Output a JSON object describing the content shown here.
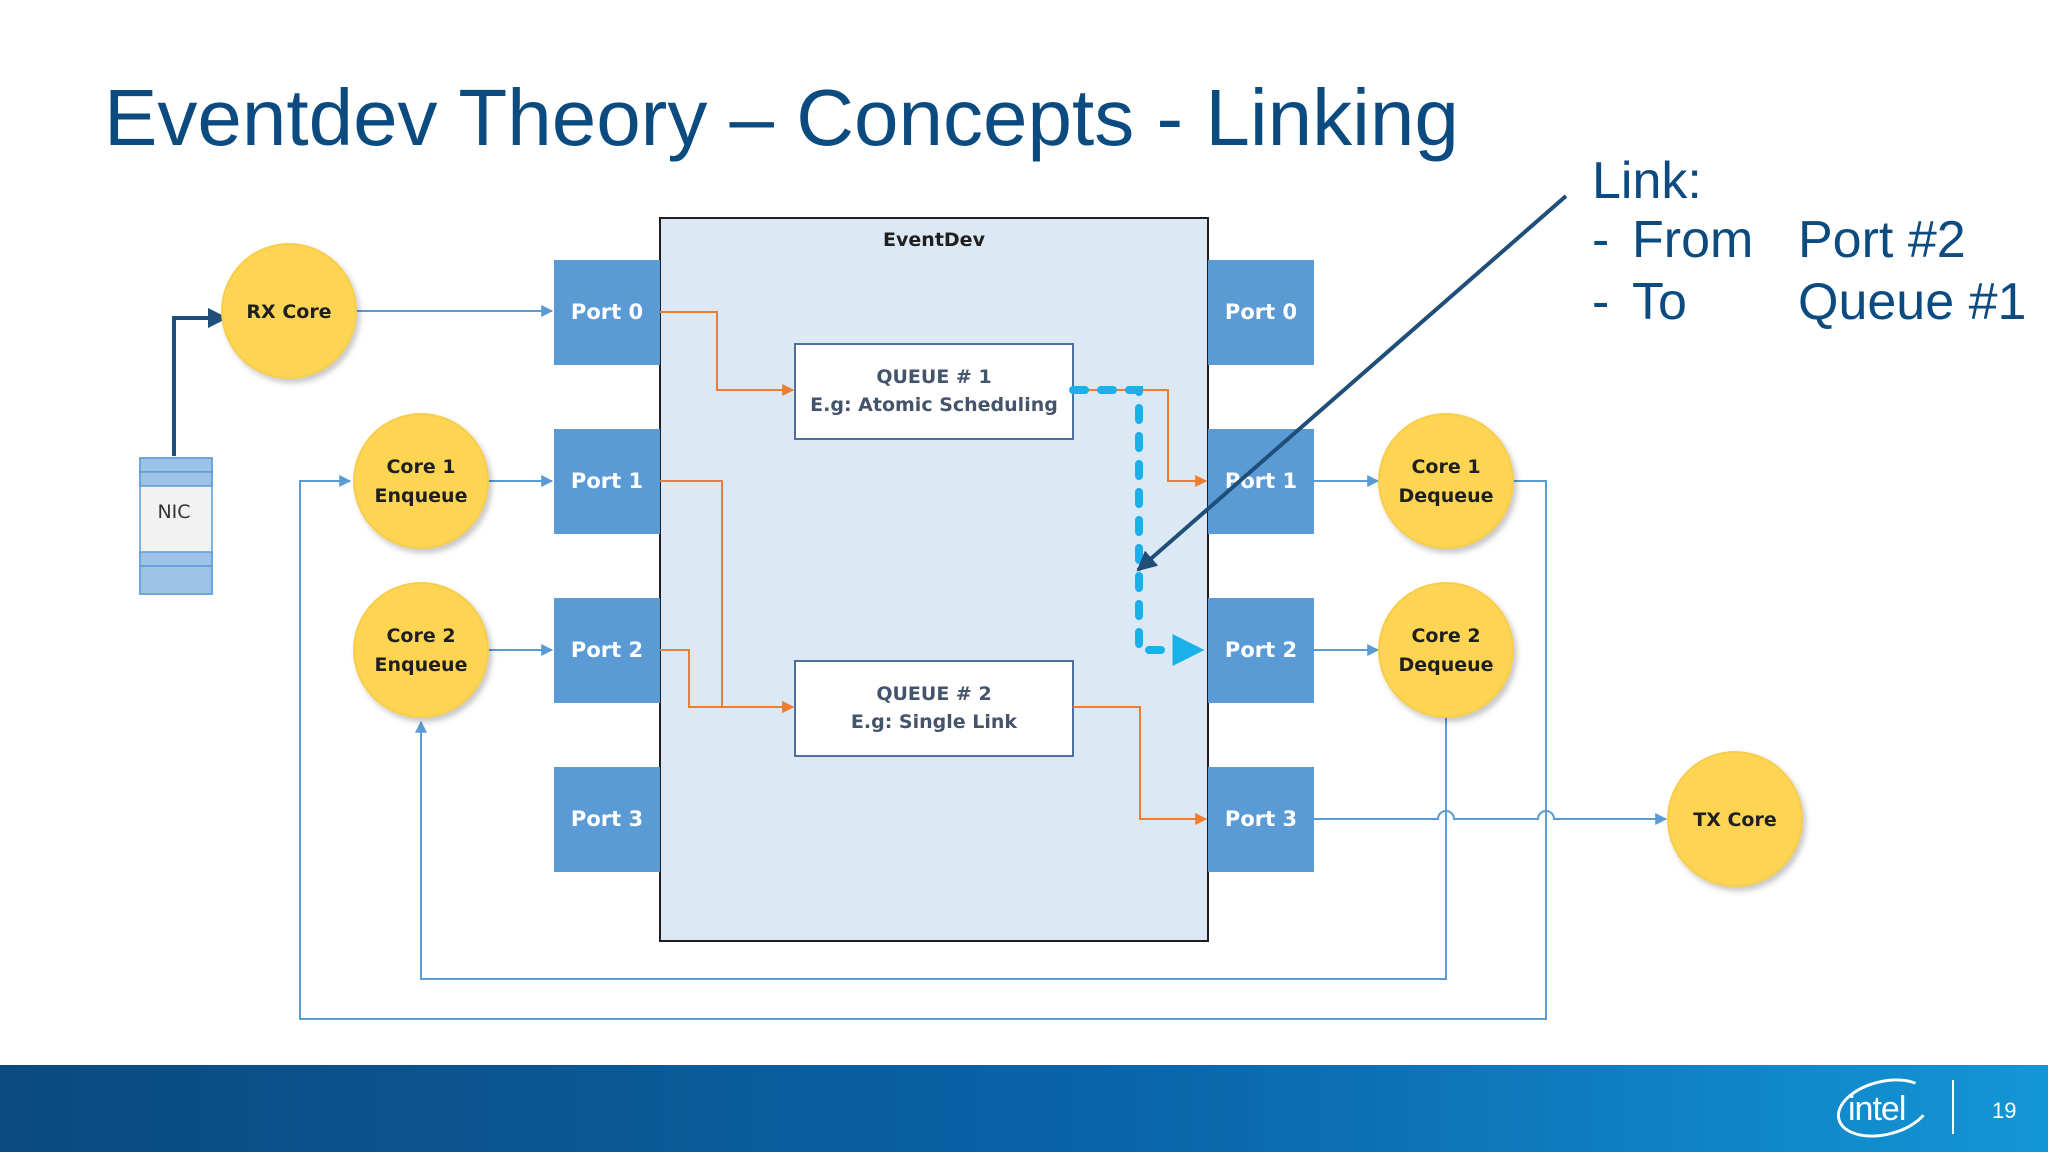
{
  "slide": {
    "title": "Eventdev Theory – Concepts - Linking",
    "page_number": "19",
    "logo_text": "intel"
  },
  "callout": {
    "heading": "Link:",
    "rows": [
      {
        "dash": "-",
        "word": "From",
        "target": "Port #2"
      },
      {
        "dash": "-",
        "word": "To",
        "target": "Queue #1"
      }
    ]
  },
  "diagram": {
    "eventdev_label": "EventDev",
    "nic_label": "NIC",
    "ingress_ports": [
      "Port 0",
      "Port 1",
      "Port 2",
      "Port 3"
    ],
    "egress_ports": [
      "Port 0",
      "Port 1",
      "Port 2",
      "Port 3"
    ],
    "queues": [
      {
        "line1": "QUEUE # 1",
        "line2": "E.g: Atomic Scheduling"
      },
      {
        "line1": "QUEUE # 2",
        "line2": "E.g: Single Link"
      }
    ],
    "cores": {
      "rx": [
        "RX Core"
      ],
      "core1_enqueue": [
        "Core 1",
        "Enqueue"
      ],
      "core2_enqueue": [
        "Core 2",
        "Enqueue"
      ],
      "core1_dequeue": [
        "Core 1",
        "Dequeue"
      ],
      "core2_dequeue": [
        "Core 2",
        "Dequeue"
      ],
      "tx": [
        "TX Core"
      ]
    }
  },
  "colors": {
    "title": "#0b4b80",
    "port_fill": "#5b9bd5",
    "core_fill": "#fed453",
    "eventdev_fill": "#dde8f5",
    "link_orange": "#ed7d31",
    "link_blue": "#5b9bd5",
    "dashed_link": "#1ab0ea"
  }
}
